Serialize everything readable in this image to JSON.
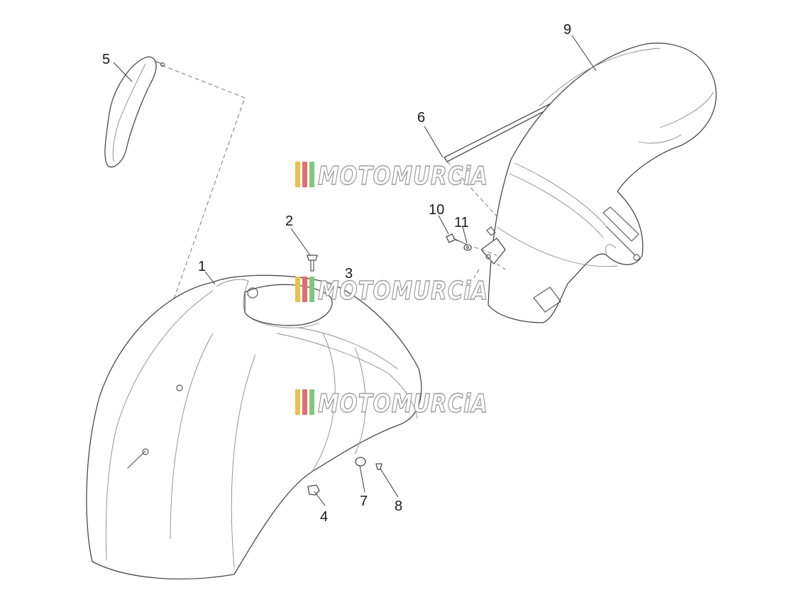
{
  "callouts": {
    "c1": "1",
    "c2": "2",
    "c3": "3",
    "c4": "4",
    "c5": "5",
    "c6": "6",
    "c7": "7",
    "c8": "8",
    "c9": "9",
    "c10": "10",
    "c11": "11"
  },
  "watermark": {
    "text": "MOTOMURCiA",
    "colors": [
      "#e7c34a",
      "#e56d6d",
      "#7fc77f"
    ]
  }
}
